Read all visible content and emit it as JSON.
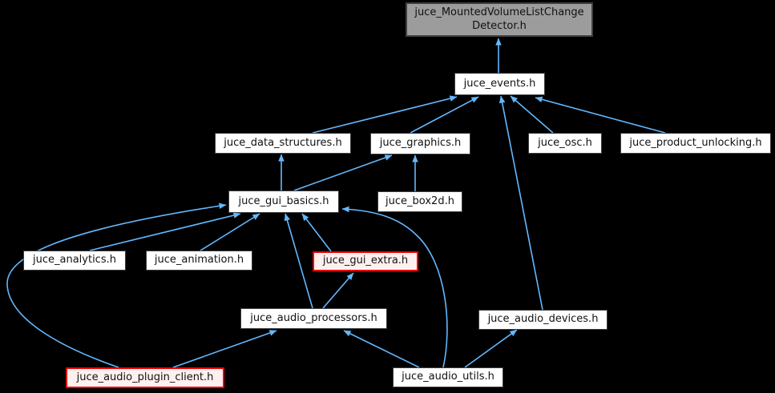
{
  "diagram": {
    "title": "include dependency graph",
    "background_color": "#000000",
    "edge_color": "#63b8ff",
    "node_fill": "#ffffff",
    "current_node_fill": "#9c9c9c",
    "highlight_border_color": "#ee0000",
    "highlight_fill": "#fff0f0",
    "nodes": [
      {
        "id": "mounted",
        "label": "juce_MountedVolumeListChangeDetector.h",
        "label_lines": [
          "juce_MountedVolumeListChange",
          "Detector.h"
        ],
        "style": "current"
      },
      {
        "id": "events",
        "label": "juce_events.h",
        "style": "default"
      },
      {
        "id": "data_structures",
        "label": "juce_data_structures.h",
        "style": "default"
      },
      {
        "id": "graphics",
        "label": "juce_graphics.h",
        "style": "default"
      },
      {
        "id": "osc",
        "label": "juce_osc.h",
        "style": "default"
      },
      {
        "id": "product_unlocking",
        "label": "juce_product_unlocking.h",
        "style": "default"
      },
      {
        "id": "gui_basics",
        "label": "juce_gui_basics.h",
        "style": "default"
      },
      {
        "id": "box2d",
        "label": "juce_box2d.h",
        "style": "default"
      },
      {
        "id": "analytics",
        "label": "juce_analytics.h",
        "style": "default"
      },
      {
        "id": "animation",
        "label": "juce_animation.h",
        "style": "default"
      },
      {
        "id": "gui_extra",
        "label": "juce_gui_extra.h",
        "style": "highlight"
      },
      {
        "id": "audio_processors",
        "label": "juce_audio_processors.h",
        "style": "default"
      },
      {
        "id": "audio_devices",
        "label": "juce_audio_devices.h",
        "style": "default"
      },
      {
        "id": "audio_plugin_client",
        "label": "juce_audio_plugin_client.h",
        "style": "highlight"
      },
      {
        "id": "audio_utils",
        "label": "juce_audio_utils.h",
        "style": "default"
      }
    ],
    "edges": [
      {
        "from": "events",
        "to": "mounted"
      },
      {
        "from": "data_structures",
        "to": "events"
      },
      {
        "from": "graphics",
        "to": "events"
      },
      {
        "from": "osc",
        "to": "events"
      },
      {
        "from": "product_unlocking",
        "to": "events"
      },
      {
        "from": "audio_devices",
        "to": "events"
      },
      {
        "from": "gui_basics",
        "to": "data_structures"
      },
      {
        "from": "gui_basics",
        "to": "graphics"
      },
      {
        "from": "box2d",
        "to": "graphics"
      },
      {
        "from": "analytics",
        "to": "gui_basics"
      },
      {
        "from": "animation",
        "to": "gui_basics"
      },
      {
        "from": "gui_extra",
        "to": "gui_basics"
      },
      {
        "from": "audio_processors",
        "to": "gui_basics"
      },
      {
        "from": "audio_utils",
        "to": "gui_basics"
      },
      {
        "from": "audio_plugin_client",
        "to": "gui_basics"
      },
      {
        "from": "audio_processors",
        "to": "gui_extra"
      },
      {
        "from": "audio_utils",
        "to": "audio_processors"
      },
      {
        "from": "audio_plugin_client",
        "to": "audio_processors"
      },
      {
        "from": "audio_utils",
        "to": "audio_devices"
      }
    ]
  }
}
